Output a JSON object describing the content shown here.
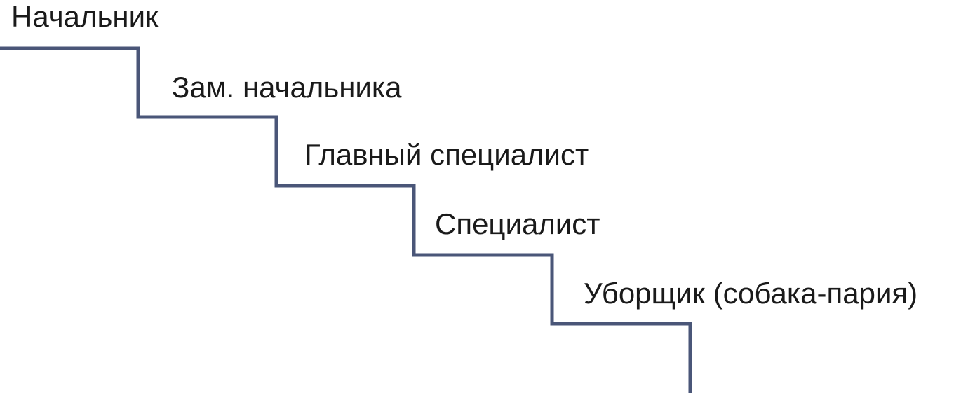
{
  "diagram": {
    "line_color": "#4a5678",
    "text_color": "#1a1a1a",
    "steps": [
      {
        "label": "Начальник"
      },
      {
        "label": "Зам. начальника"
      },
      {
        "label": "Главный специалист"
      },
      {
        "label": "Специалист"
      },
      {
        "label": "Уборщик (собака-пария)"
      }
    ]
  }
}
